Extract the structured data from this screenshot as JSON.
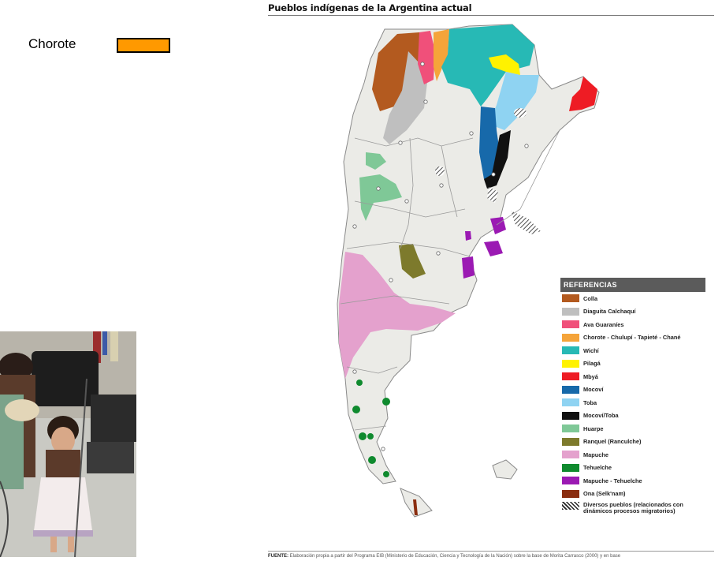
{
  "highlight": {
    "label": "Chorote",
    "color": "#ff9900"
  },
  "map": {
    "title": "Pueblos indígenas de la Argentina actual",
    "legend_title": "REFERENCIAS",
    "legend": [
      {
        "label": "Colla",
        "color": "#b35a1f"
      },
      {
        "label": "Diaguita Calchaquí",
        "color": "#bfbfbf"
      },
      {
        "label": "Ava Guaraníes",
        "color": "#f0507a"
      },
      {
        "label": "Chorote - Chulupí - Tapieté - Chané",
        "color": "#f5a43a"
      },
      {
        "label": "Wichí",
        "color": "#27b9b5"
      },
      {
        "label": "Pilagá",
        "color": "#fff200"
      },
      {
        "label": "Mbyá",
        "color": "#ee1c24"
      },
      {
        "label": "Mocoví",
        "color": "#1769aa"
      },
      {
        "label": "Toba",
        "color": "#8fd3f2"
      },
      {
        "label": "Mocoví/Toba",
        "color": "#111111"
      },
      {
        "label": "Huarpe",
        "color": "#7fc897"
      },
      {
        "label": "Ranquel (Ranculche)",
        "color": "#7d7a2c"
      },
      {
        "label": "Mapuche",
        "color": "#e4a1cd"
      },
      {
        "label": "Tehuelche",
        "color": "#0f8a2e"
      },
      {
        "label": "Mapuche - Tehuelche",
        "color": "#9b1ab3"
      },
      {
        "label": "Ona (Selk'nam)",
        "color": "#8a2d0f"
      },
      {
        "label": "Diversos pueblos (relacionados con dinámicos procesos migratorios)",
        "color": "hatched"
      }
    ],
    "source_label": "FUENTE:",
    "source_text": "Elaboración propia a partir del Programa EIB (Ministerio de Educación, Ciencia y Tecnología de la Nación) sobre la base de Morita Carrasco (2000) y en base"
  }
}
